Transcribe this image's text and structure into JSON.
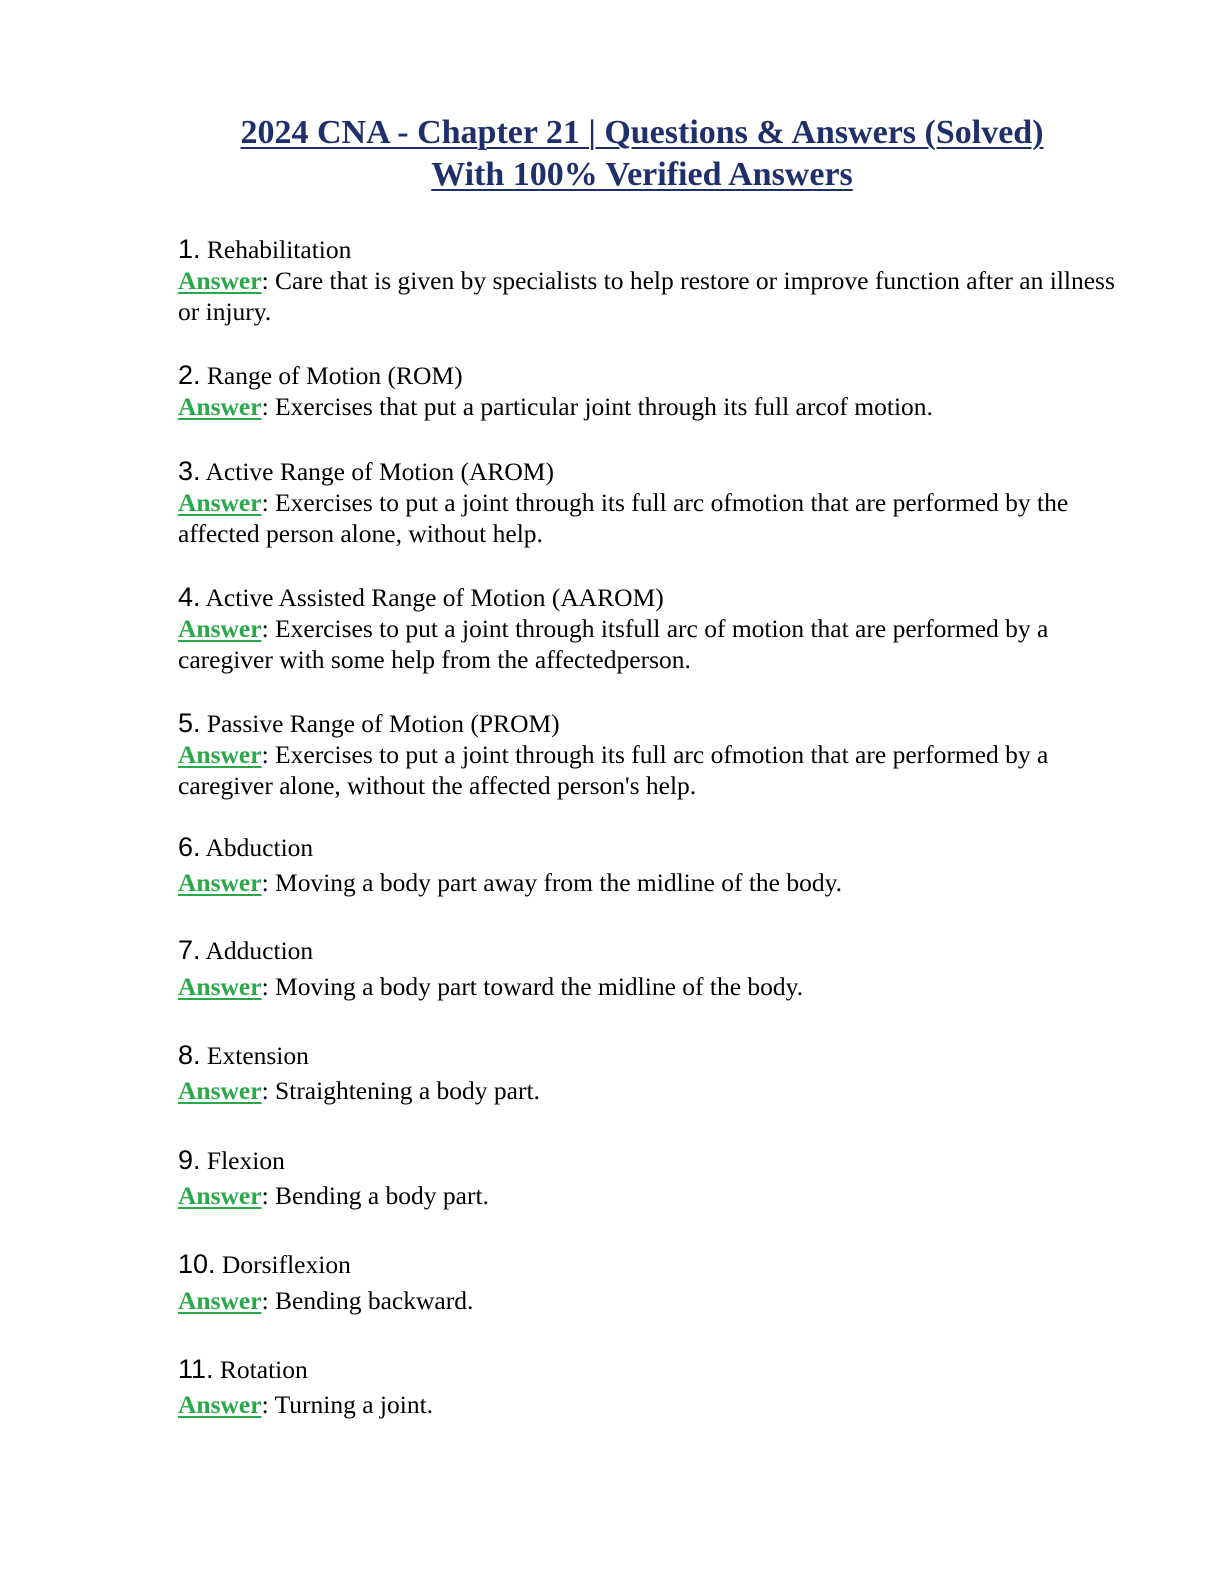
{
  "document": {
    "title_line_1": "2024 CNA - Chapter 21 | Questions & Answers (Solved)",
    "title_line_2": "With 100% Verified Answers",
    "answer_label": "Answer",
    "items": [
      {
        "number": "1.",
        "term": "Rehabilitation",
        "answer": "Care that is given by specialists to help restore or improve function after an illness or injury."
      },
      {
        "number": "2.",
        "term": "Range of Motion (ROM)",
        "answer": "Exercises that put a particular joint through its full arcof motion."
      },
      {
        "number": "3.",
        "term": "Active Range of Motion (AROM)",
        "answer": "Exercises to put a joint through its full arc ofmotion that are performed by the affected person alone, without help."
      },
      {
        "number": "4.",
        "term": "Active Assisted Range of Motion (AAROM)",
        "answer": "Exercises to put a joint through itsfull arc of motion that are performed by a caregiver with some help from the affectedperson."
      },
      {
        "number": "5.",
        "term": "Passive Range of Motion (PROM)",
        "answer": "Exercises to put a joint through its full arc ofmotion that are performed by a caregiver alone, without the affected person's help."
      },
      {
        "number": "6.",
        "term": "Abduction",
        "answer": "Moving a body part away from the midline of the body."
      },
      {
        "number": "7.",
        "term": "Adduction",
        "answer": "Moving a body part toward the midline of the body."
      },
      {
        "number": "8.",
        "term": "Extension",
        "answer": "Straightening a body part."
      },
      {
        "number": "9.",
        "term": "Flexion",
        "answer": "Bending a body part."
      },
      {
        "number": "10.",
        "term": "Dorsiflexion",
        "answer": "Bending backward."
      },
      {
        "number": "11.",
        "term": "Rotation",
        "answer": "Turning a joint."
      }
    ]
  }
}
